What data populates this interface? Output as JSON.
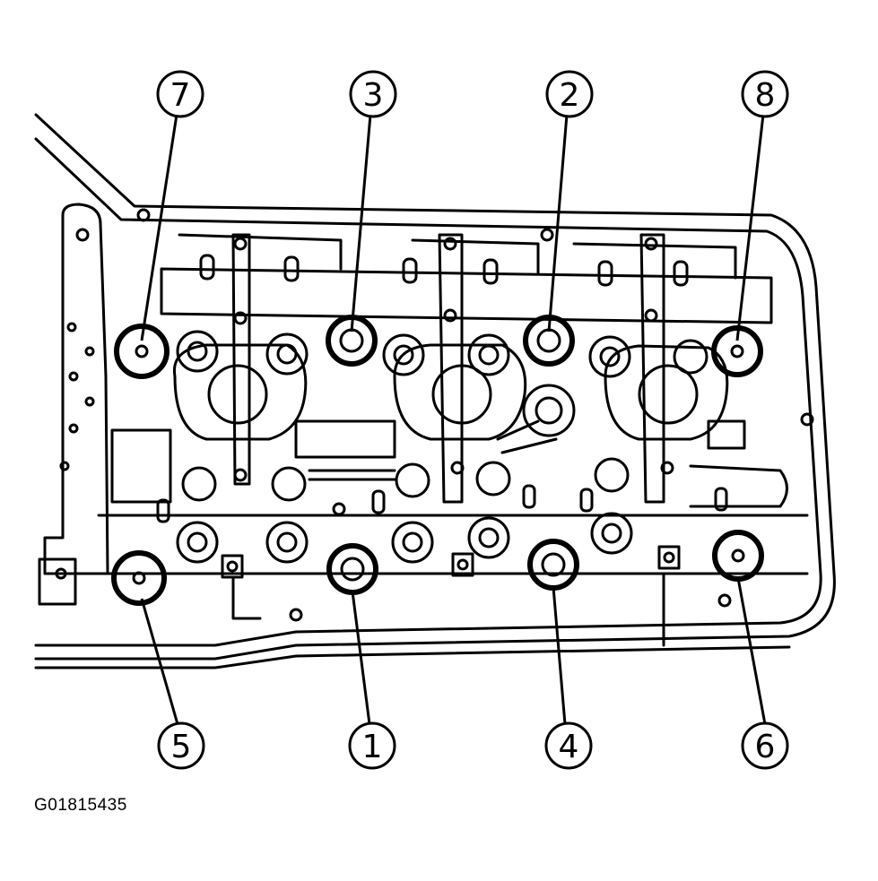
{
  "figure": {
    "id_label": "G01815435",
    "ink_color": "#000000",
    "paper_color": "#ffffff"
  },
  "callouts": [
    {
      "number": "7"
    },
    {
      "number": "3"
    },
    {
      "number": "2"
    },
    {
      "number": "8"
    },
    {
      "number": "5"
    },
    {
      "number": "1"
    },
    {
      "number": "4"
    },
    {
      "number": "6"
    }
  ]
}
